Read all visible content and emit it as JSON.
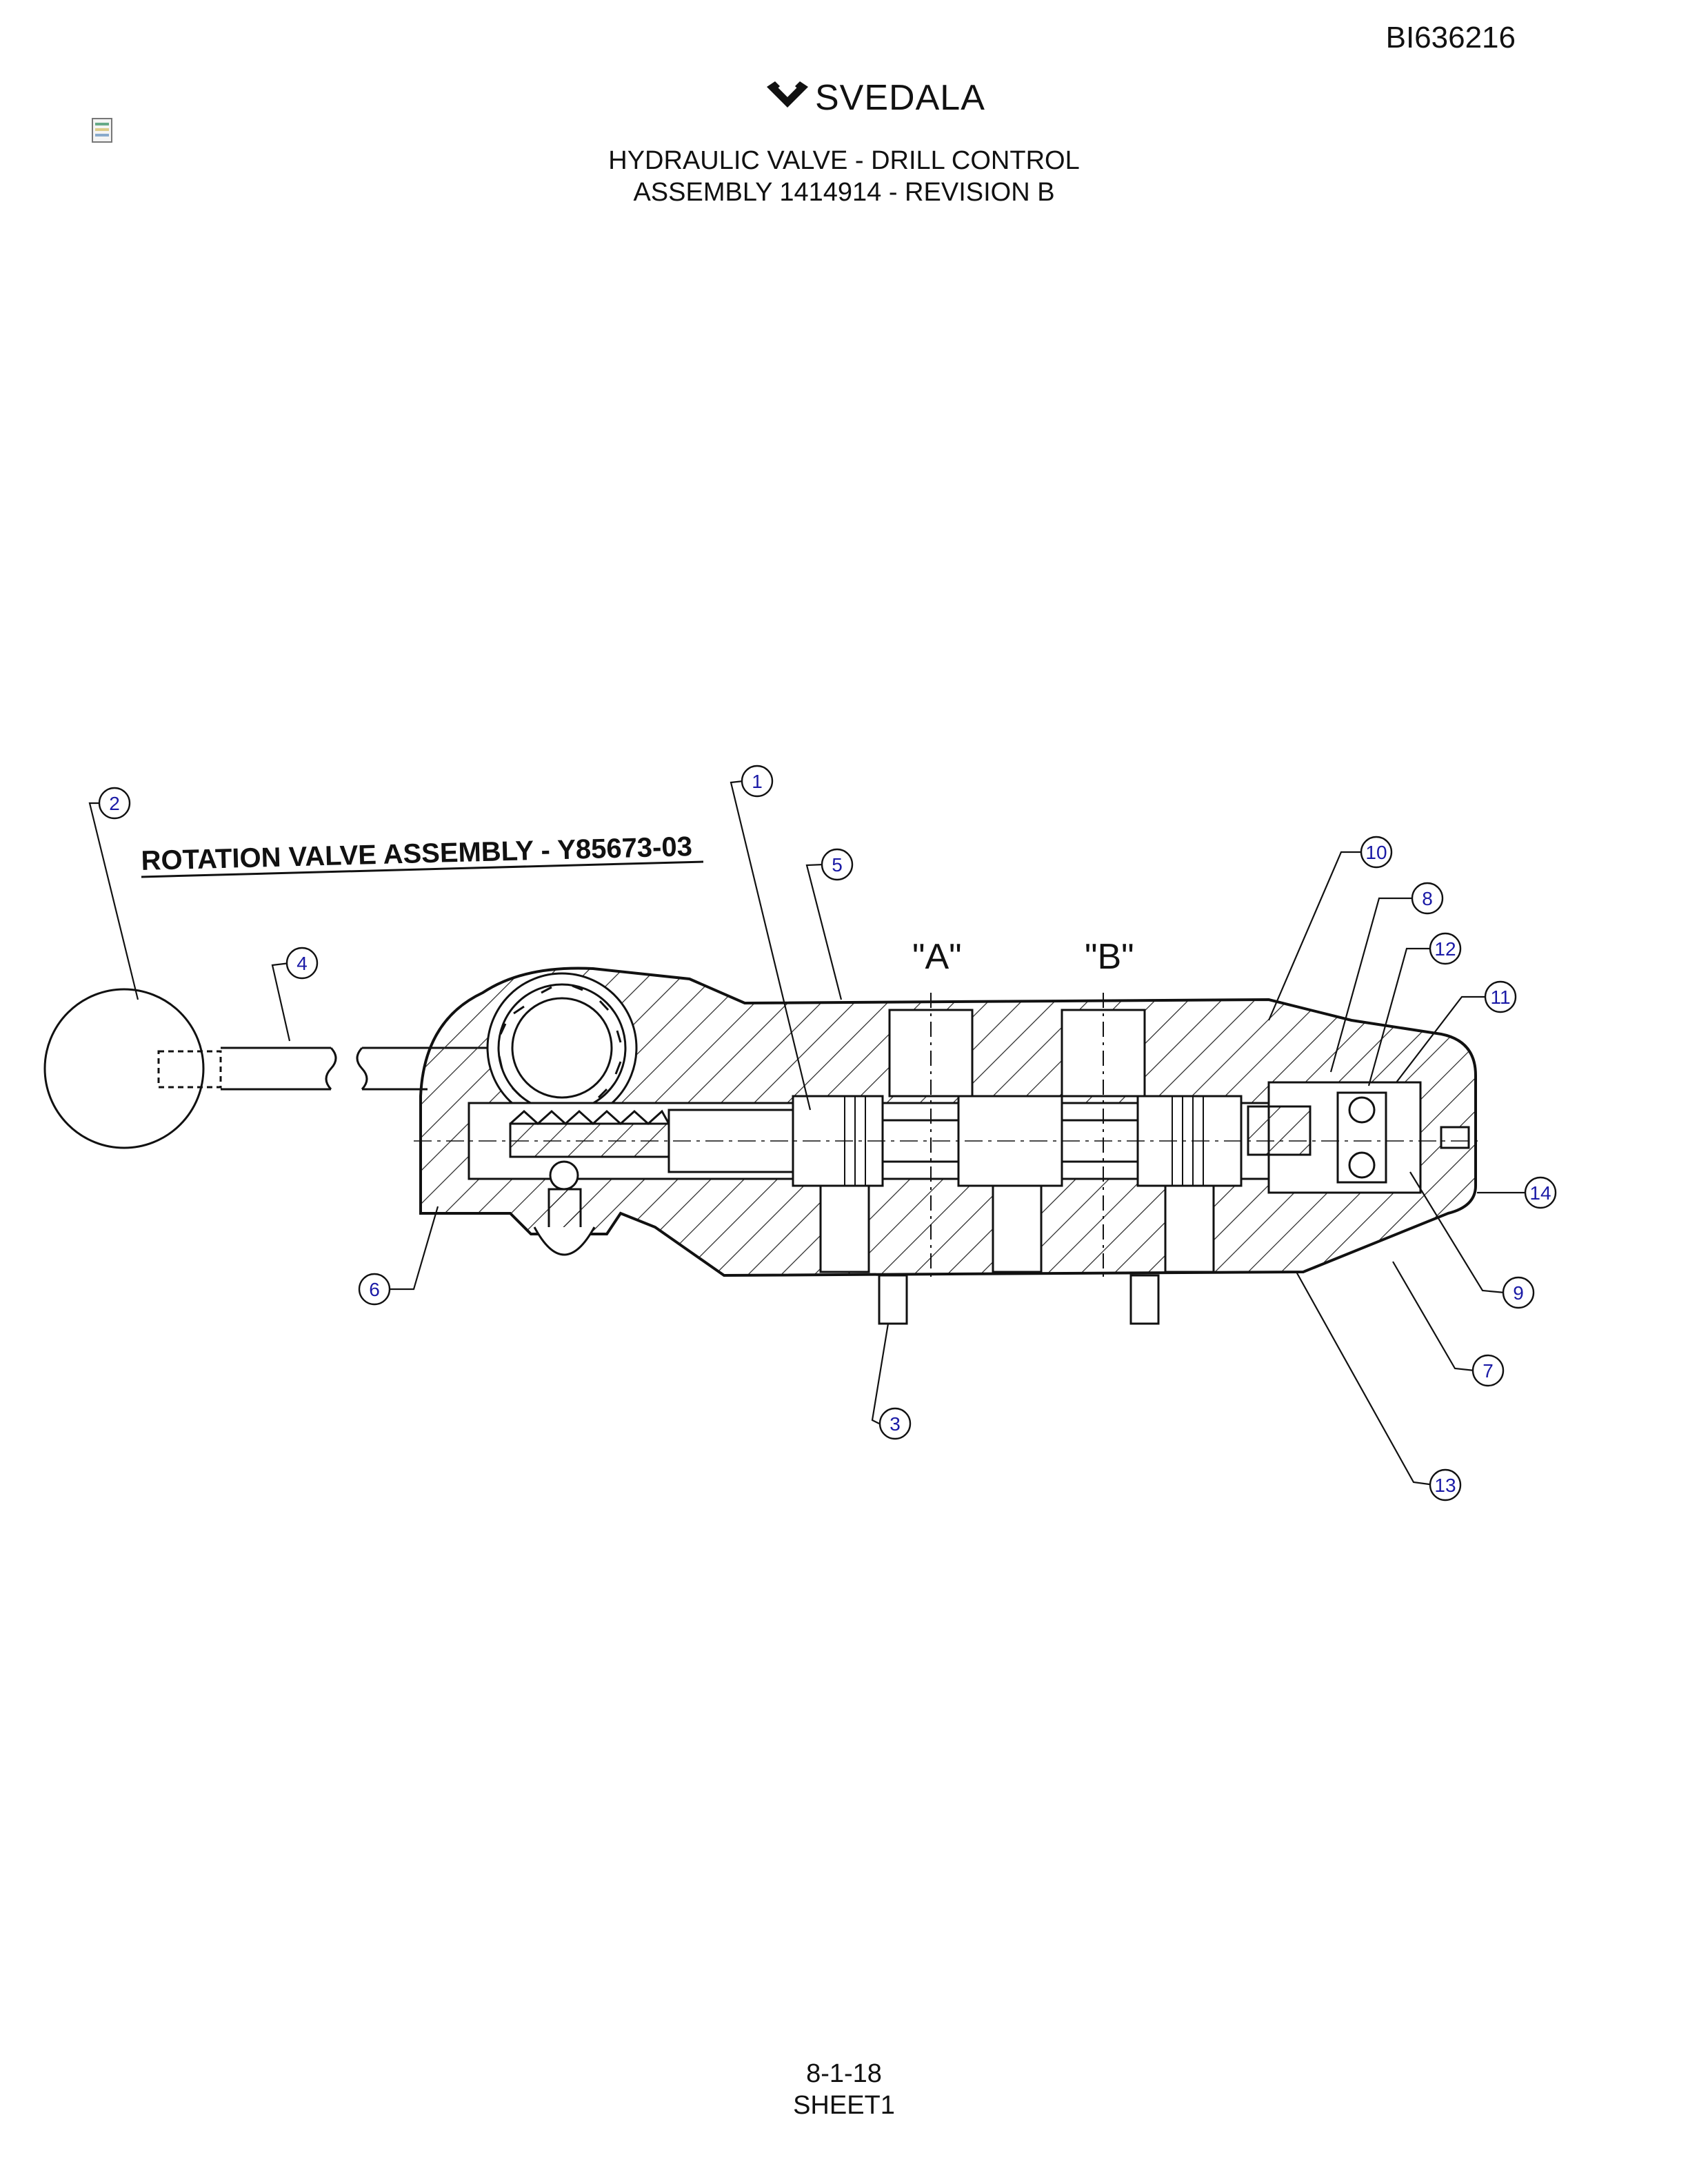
{
  "document_id": "BI636216",
  "logo_text": "SVEDALA",
  "title_lines": [
    "HYDRAULIC VALVE - DRILL CONTROL",
    "ASSEMBLY 1414914 - REVISION B"
  ],
  "diagram": {
    "heading": "ROTATION VALVE ASSEMBLY - Y85673-03",
    "port_labels": [
      "\"A\"",
      "\"B\""
    ],
    "callouts": [
      "1",
      "2",
      "3",
      "4",
      "5",
      "6",
      "7",
      "8",
      "9",
      "10",
      "11",
      "12",
      "13",
      "14"
    ]
  },
  "footer_lines": [
    "8-1-18",
    "SHEET1"
  ],
  "colors": {
    "callout_ink": "#1a1aa6",
    "line_ink": "#111111"
  },
  "icons": [
    "svedala-logo-icon",
    "document-icon"
  ]
}
